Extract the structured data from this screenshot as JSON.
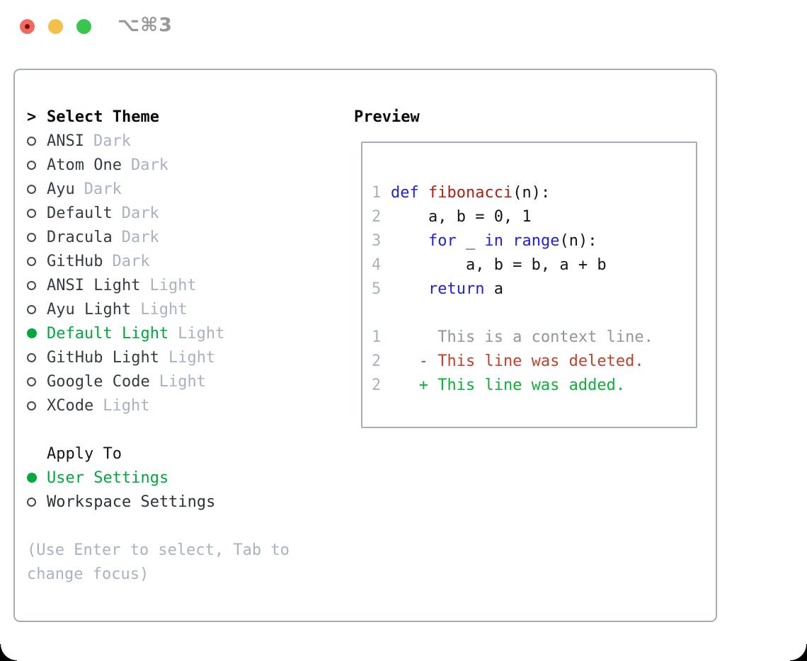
{
  "titlebar": {
    "shortcut_label": "⌥⌘3"
  },
  "theme_panel": {
    "cursor": ">",
    "title": "Select Theme",
    "themes": [
      {
        "name": "ANSI",
        "tag": "Dark",
        "selected": false
      },
      {
        "name": "Atom One",
        "tag": "Dark",
        "selected": false
      },
      {
        "name": "Ayu",
        "tag": "Dark",
        "selected": false
      },
      {
        "name": "Default",
        "tag": "Dark",
        "selected": false
      },
      {
        "name": "Dracula",
        "tag": "Dark",
        "selected": false
      },
      {
        "name": "GitHub",
        "tag": "Dark",
        "selected": false
      },
      {
        "name": "ANSI Light",
        "tag": "Light",
        "selected": false
      },
      {
        "name": "Ayu Light",
        "tag": "Light",
        "selected": false
      },
      {
        "name": "Default Light",
        "tag": "Light",
        "selected": true
      },
      {
        "name": "GitHub Light",
        "tag": "Light",
        "selected": false
      },
      {
        "name": "Google Code",
        "tag": "Light",
        "selected": false
      },
      {
        "name": "XCode",
        "tag": "Light",
        "selected": false
      }
    ],
    "apply_to": {
      "title": "Apply To",
      "options": [
        {
          "label": "User Settings",
          "selected": true
        },
        {
          "label": "Workspace Settings",
          "selected": false
        }
      ]
    },
    "help_lines": [
      "(Use Enter to select, Tab to",
      "change focus)"
    ]
  },
  "preview": {
    "title": "Preview",
    "code_lines": [
      {
        "num": "1",
        "tokens": [
          {
            "type": "keyword",
            "text": "def"
          },
          {
            "type": "plain",
            "text": " "
          },
          {
            "type": "function",
            "text": "fibonacci"
          },
          {
            "type": "plain",
            "text": "(n):"
          }
        ]
      },
      {
        "num": "2",
        "tokens": [
          {
            "type": "plain",
            "text": "    a, b = 0, 1"
          }
        ]
      },
      {
        "num": "3",
        "tokens": [
          {
            "type": "plain",
            "text": "    "
          },
          {
            "type": "keyword",
            "text": "for"
          },
          {
            "type": "plain",
            "text": " _ "
          },
          {
            "type": "keyword",
            "text": "in"
          },
          {
            "type": "plain",
            "text": " "
          },
          {
            "type": "keyword",
            "text": "range"
          },
          {
            "type": "plain",
            "text": "(n):"
          }
        ]
      },
      {
        "num": "4",
        "tokens": [
          {
            "type": "plain",
            "text": "        a, b = b, a + b"
          }
        ]
      },
      {
        "num": "5",
        "tokens": [
          {
            "type": "plain",
            "text": "    "
          },
          {
            "type": "keyword",
            "text": "return"
          },
          {
            "type": "plain",
            "text": " a"
          }
        ]
      }
    ],
    "diff_lines": [
      {
        "num": "1",
        "type": "context",
        "text": "     This is a context line."
      },
      {
        "num": "2",
        "type": "deleted",
        "text": "   - This line was deleted."
      },
      {
        "num": "2",
        "type": "added",
        "text": "   + This line was added."
      }
    ]
  },
  "colors": {
    "selected_green": "#00a83e",
    "added_green": "#0ab236",
    "deleted_red": "#c43e29",
    "keyword_blue": "#1b1fe8",
    "function_red": "#b01f10",
    "muted_gray": "#a9b2bf",
    "context_gray": "#8f969f",
    "border_gray": "#a6adb7",
    "traffic_red": "#f0695f",
    "traffic_yellow": "#f5bf4b",
    "traffic_green": "#36c74d"
  }
}
